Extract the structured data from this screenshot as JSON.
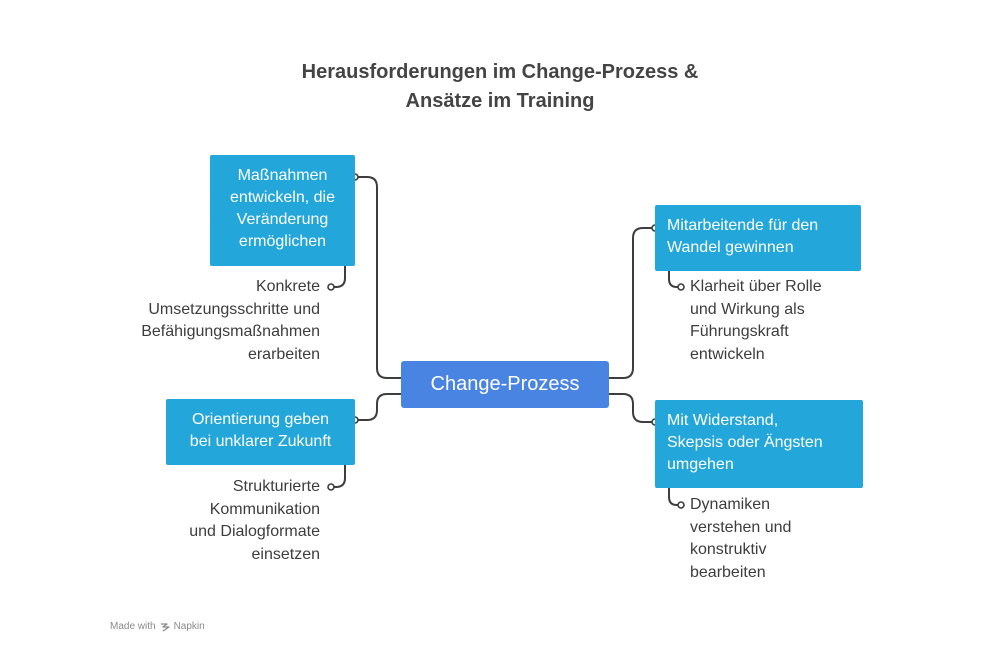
{
  "title": {
    "line1": "Herausforderungen im Change-Prozess &",
    "line2": "Ansätze im Training"
  },
  "center": {
    "label": "Change-Prozess"
  },
  "branches": {
    "top_left": {
      "box_lines": [
        "Maßnahmen",
        "entwickeln, die",
        "Veränderung",
        "ermöglichen"
      ],
      "desc_lines": [
        "Konkrete",
        "Umsetzungsschritte und",
        "Befähigungsmaßnahmen",
        "erarbeiten"
      ]
    },
    "bottom_left": {
      "box_lines": [
        "Orientierung geben",
        "bei unklarer Zukunft"
      ],
      "desc_lines": [
        "Strukturierte",
        "Kommunikation",
        "und Dialogformate",
        "einsetzen"
      ]
    },
    "top_right": {
      "box_lines": [
        "Mitarbeitende für den",
        "Wandel gewinnen"
      ],
      "desc_lines": [
        "Klarheit über Rolle",
        "und Wirkung als",
        "Führungskraft",
        "entwickeln"
      ]
    },
    "bottom_right": {
      "box_lines": [
        "Mit Widerstand,",
        "Skepsis oder Ängsten",
        "umgehen"
      ],
      "desc_lines": [
        "Dynamiken",
        "verstehen und",
        "konstruktiv",
        "bearbeiten"
      ]
    }
  },
  "footer": {
    "made_with": "Made with",
    "brand": "Napkin"
  },
  "colors": {
    "box": "#23a6d9",
    "center": "#4a84e2",
    "connector": "#3d3d3d"
  }
}
